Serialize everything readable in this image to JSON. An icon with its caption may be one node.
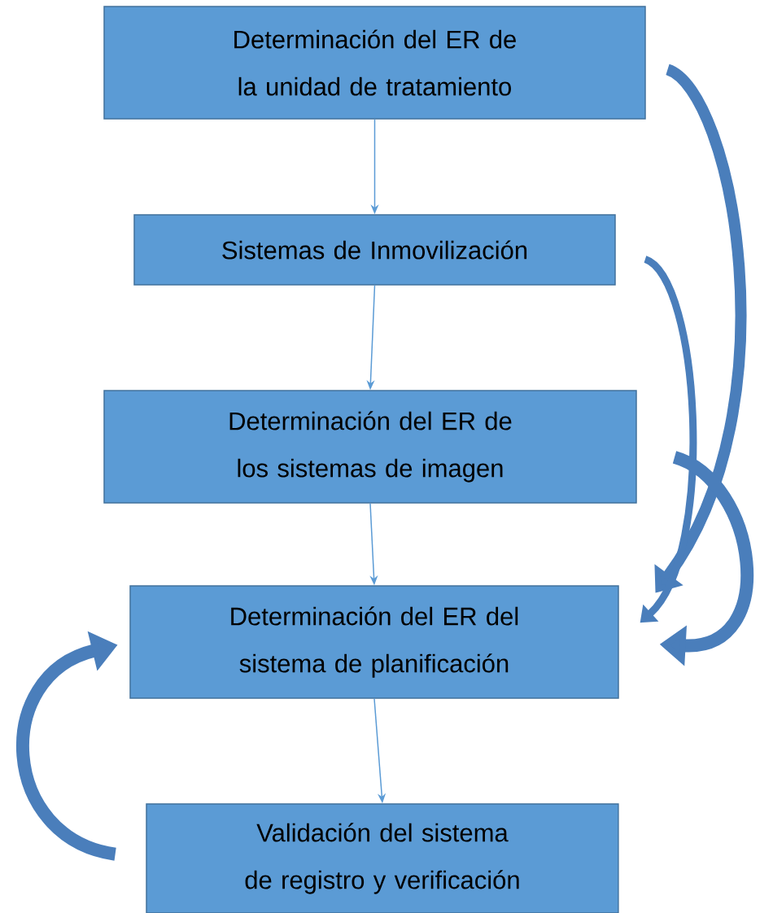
{
  "diagram": {
    "nodes": [
      {
        "text": [
          "Determinación del ER de la unidad de tratamiento"
        ]
      },
      {
        "text": [
          "Sistemas de Inmovilización"
        ]
      },
      {
        "text": [
          "Determinación del ER de los sistemas de imagen"
        ]
      },
      {
        "text": [
          "Determinación del ER del sistema de planificación"
        ]
      },
      {
        "text": [
          "Validación del sistema de registro y verificación"
        ]
      }
    ],
    "edges": [
      {
        "from": 0,
        "to": 1,
        "arrow": "to"
      },
      {
        "from": 1,
        "to": 2,
        "arrow": "to"
      },
      {
        "from": 2,
        "to": 3,
        "arrow": "to"
      },
      {
        "from": 3,
        "to": 4,
        "arrow": "to"
      },
      {
        "from": 0,
        "to": 3,
        "arrow": "to",
        "style": "thick"
      },
      {
        "from": 1,
        "to": 3,
        "arrow": "to",
        "style": "thick"
      },
      {
        "from": 2,
        "to": 3,
        "arrow": "to",
        "style": "thick"
      },
      {
        "from": 4,
        "to": 3,
        "arrow": "to",
        "style": "thick"
      }
    ]
  }
}
